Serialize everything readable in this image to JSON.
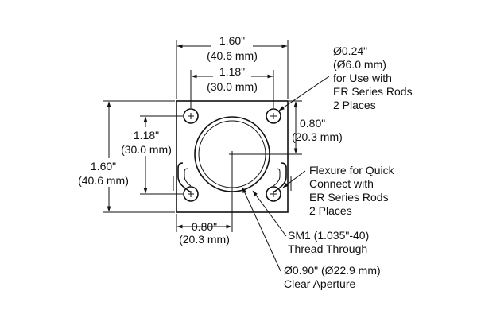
{
  "dimensions": {
    "top_width": {
      "in": "1.60\"",
      "mm": "(40.6 mm)"
    },
    "top_inner": {
      "in": "1.18\"",
      "mm": "(30.0 mm)"
    },
    "left_inner": {
      "in": "1.18\"",
      "mm": "(30.0 mm)"
    },
    "left_height": {
      "in": "1.60\"",
      "mm": "(40.6 mm)"
    },
    "right_offset": {
      "in": "0.80\"",
      "mm": "(20.3 mm)"
    },
    "bottom_offset": {
      "in": "0.80\"",
      "mm": "(20.3 mm)"
    }
  },
  "callouts": {
    "rod_holes": [
      "Ø0.24\"",
      "(Ø6.0 mm)",
      "for Use with",
      "ER Series Rods",
      "2 Places"
    ],
    "flexure": [
      "Flexure for Quick",
      "Connect with",
      "ER Series Rods",
      "2 Places"
    ],
    "thread": [
      "SM1 (1.035\"-40)",
      "Thread Through"
    ],
    "aperture": [
      "Ø0.90\" (Ø22.9 mm)",
      "Clear Aperture"
    ]
  },
  "colors": {
    "line": "#111111",
    "background": "#ffffff"
  }
}
